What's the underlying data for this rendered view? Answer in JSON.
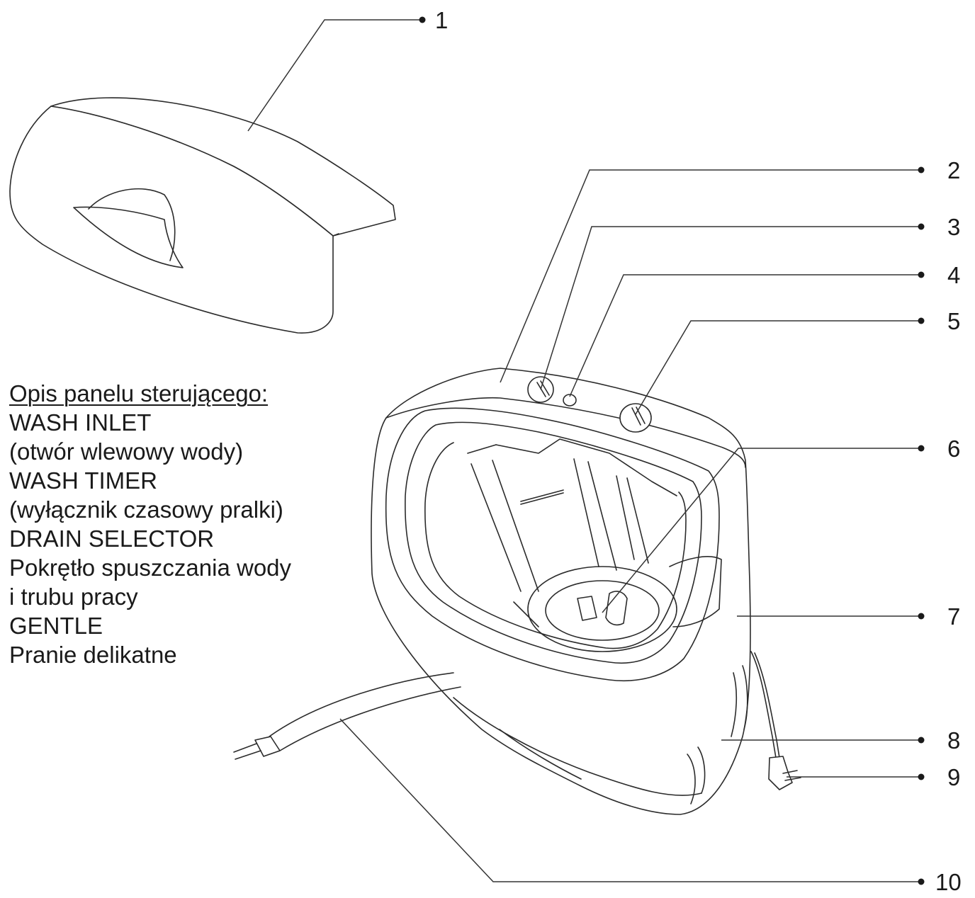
{
  "legend": {
    "title": "Opis panelu sterującego:",
    "lines": [
      "WASH INLET",
      "(otwór wlewowy wody)",
      "WASH TIMER",
      "(wyłącznik czasowy pralki)",
      "DRAIN SELECTOR",
      "Pokrętło spuszczania wody",
      "i trubu pracy",
      "GENTLE",
      "Pranie delikatne"
    ]
  },
  "callouts": [
    "1",
    "2",
    "3",
    "4",
    "5",
    "6",
    "7",
    "8",
    "9",
    "10"
  ],
  "colors": {
    "line": "#2b2b2b",
    "text": "#1a1a1a",
    "background": "#ffffff"
  }
}
